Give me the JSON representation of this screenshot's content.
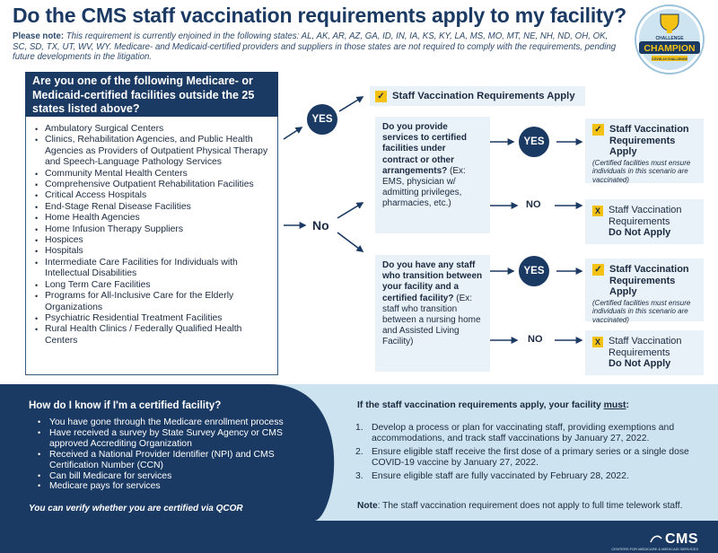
{
  "title": "Do the CMS staff vaccination requirements apply to my facility?",
  "note": {
    "label": "Please note:",
    "body": " This requirement is currently enjoined in the following states: AL, AK, AR, AZ, GA, ID, IN, IA, KS, KY, LA, MS, MO, MT, NE, NH, ND, OH, OK, SC, SD, TX, UT, WV, WY. Medicare- and Medicaid-certified providers and suppliers in those states are not required to comply with the requirements, pending future developments in the litigation."
  },
  "badge": {
    "top_text": "CHALLENGE",
    "main_text": "CHAMPION",
    "sub_text": "COVID-19 CHALLENGE"
  },
  "question": "Are you one of the following Medicare- or Medicaid-certified facilities outside the 25 states listed above?",
  "facilities": [
    "Ambulatory Surgical Centers",
    "Clinics, Rehabilitation Agencies, and Public Health Agencies as Providers of Outpatient Physical Therapy and Speech-Language Pathology Services",
    "Community Mental Health Centers",
    "Comprehensive Outpatient Rehabilitation Facilities",
    "Critical Access Hospitals",
    "End-Stage Renal Disease Facilities",
    "Home Health Agencies",
    "Home Infusion Therapy Suppliers",
    "Hospices",
    "Hospitals",
    "Intermediate Care Facilities for Individuals with Intellectual Disabilities",
    "Long Term Care Facilities",
    "Programs for All-Inclusive Care for the Elderly Organizations",
    "Psychiatric Residential Treatment Facilities",
    "Rural Health Clinics / Federally Qualified Health Centers"
  ],
  "flow": {
    "yes_label": "YES",
    "no_label": "No",
    "apply_top": "Staff Vaccination Requirements Apply",
    "q1_bold": "Do you provide services to certified facilities under contract or other arrangements?",
    "q1_rest": " (Ex: EMS, physician w/ admitting privileges, pharmacies, etc.)",
    "q2_bold": "Do you have any staff who transition between your facility and a certified facility?",
    "q2_rest": " (Ex: staff who transition between a nursing home and Assisted Living Facility)",
    "yes1": "YES",
    "no1": "NO",
    "yes2": "YES",
    "no2": "NO",
    "result_apply_title": "Staff Vaccination Requirements Apply",
    "result_apply_sub": "(Certified facilities must ensure individuals in this scenario are vaccinated)",
    "result_not_title": "Staff Vaccination Requirements",
    "result_not_bold": "Do Not Apply",
    "check_glyph": "✓",
    "x_glyph": "X"
  },
  "certified": {
    "title": "How do I know if I'm a certified facility?",
    "items": [
      "You have gone through the Medicare enrollment process",
      "Have received a survey by State Survey Agency or CMS approved Accrediting Organization",
      "Received a National Provider Identifier (NPI) and CMS Certification Number (CCN)",
      "Can bill Medicare for services",
      "Medicare pays for services"
    ],
    "verify": "You can verify whether you are certified via QCOR"
  },
  "requirements": {
    "title_prefix": "If the staff vaccination requirements apply, your facility ",
    "title_must": "must",
    "title_suffix": ":",
    "items": [
      {
        "num": "1.",
        "text": "Develop a process or plan for vaccinating staff, providing exemptions and accommodations, and track staff vaccinations by January 27, 2022."
      },
      {
        "num": "2.",
        "text": "Ensure eligible staff receive the first dose of a primary series or a single dose COVID-19 vaccine by January 27, 2022."
      },
      {
        "num": "3.",
        "text": "Ensure eligible staff are fully vaccinated by February 28, 2022."
      }
    ],
    "note_label": "Note",
    "note_text": ": The staff vaccination requirement does not apply to full time telework staff."
  },
  "footer": {
    "logo": "CMS",
    "logo_sub": "CENTERS FOR MEDICARE & MEDICAID SERVICES"
  },
  "colors": {
    "navy": "#1b3a63",
    "light_blue": "#e9f2f8",
    "panel_blue": "#cde3ef",
    "yellow": "#f3c214"
  }
}
